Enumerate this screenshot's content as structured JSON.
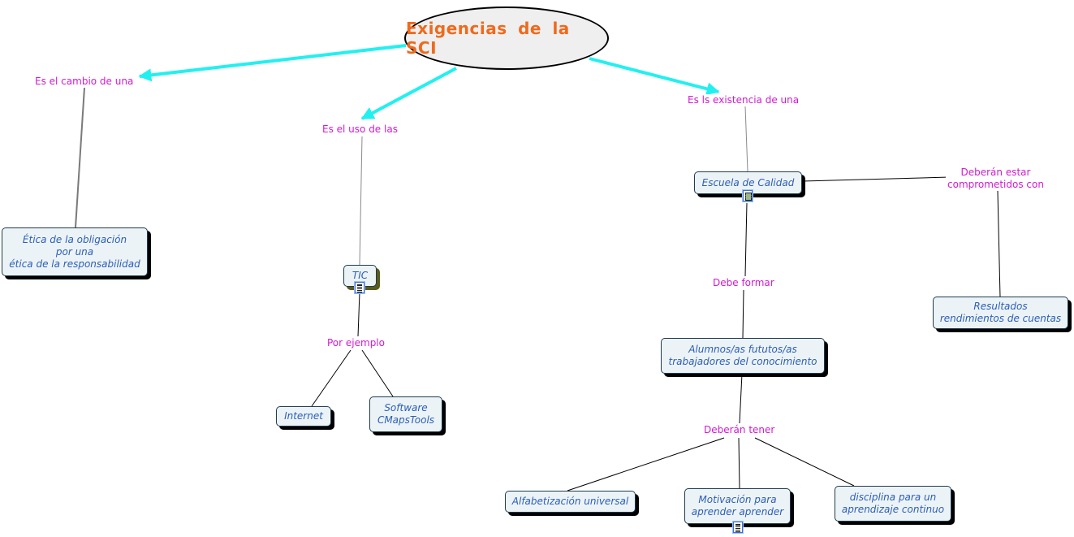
{
  "root": {
    "title": "Exigencias  de  la  SCI"
  },
  "links": {
    "cambio": "Es el cambio de una",
    "uso": "Es el uso de las",
    "existencia": "Es ls existencia de una",
    "por_ejemplo": "Por ejemplo",
    "deberan_estar": [
      "Deberán estar",
      "comprometidos con"
    ],
    "debe_formar": "Debe formar",
    "deberan_tener": "Deberán tener"
  },
  "concepts": {
    "etica": [
      "Ética de la obligación",
      "por una",
      "ética de la responsabilidad"
    ],
    "tic": "TIC",
    "internet": "Internet",
    "software": [
      "Software",
      "CMapsTools"
    ],
    "escuela": "Escuela de Calidad",
    "resultados": [
      "Resultados",
      "rendimientos de cuentas"
    ],
    "alumnos": [
      "Alumnos/as fututos/as",
      "trabajadores del conocimiento"
    ],
    "alfabetizacion": "Alfabetización universal",
    "motivacion": [
      "Motivación para",
      "aprender aprender"
    ],
    "disciplina": [
      "disciplina para un",
      "aprendizaje continuo"
    ]
  },
  "colors": {
    "root_text": "#ee6a1c",
    "link_text": "#d21ad2",
    "concept_text": "#2b5eb6",
    "arrow": "#22f0f0",
    "concept_fill": "#ecf3f6"
  },
  "icons": [
    "document-icon",
    "film-icon"
  ]
}
